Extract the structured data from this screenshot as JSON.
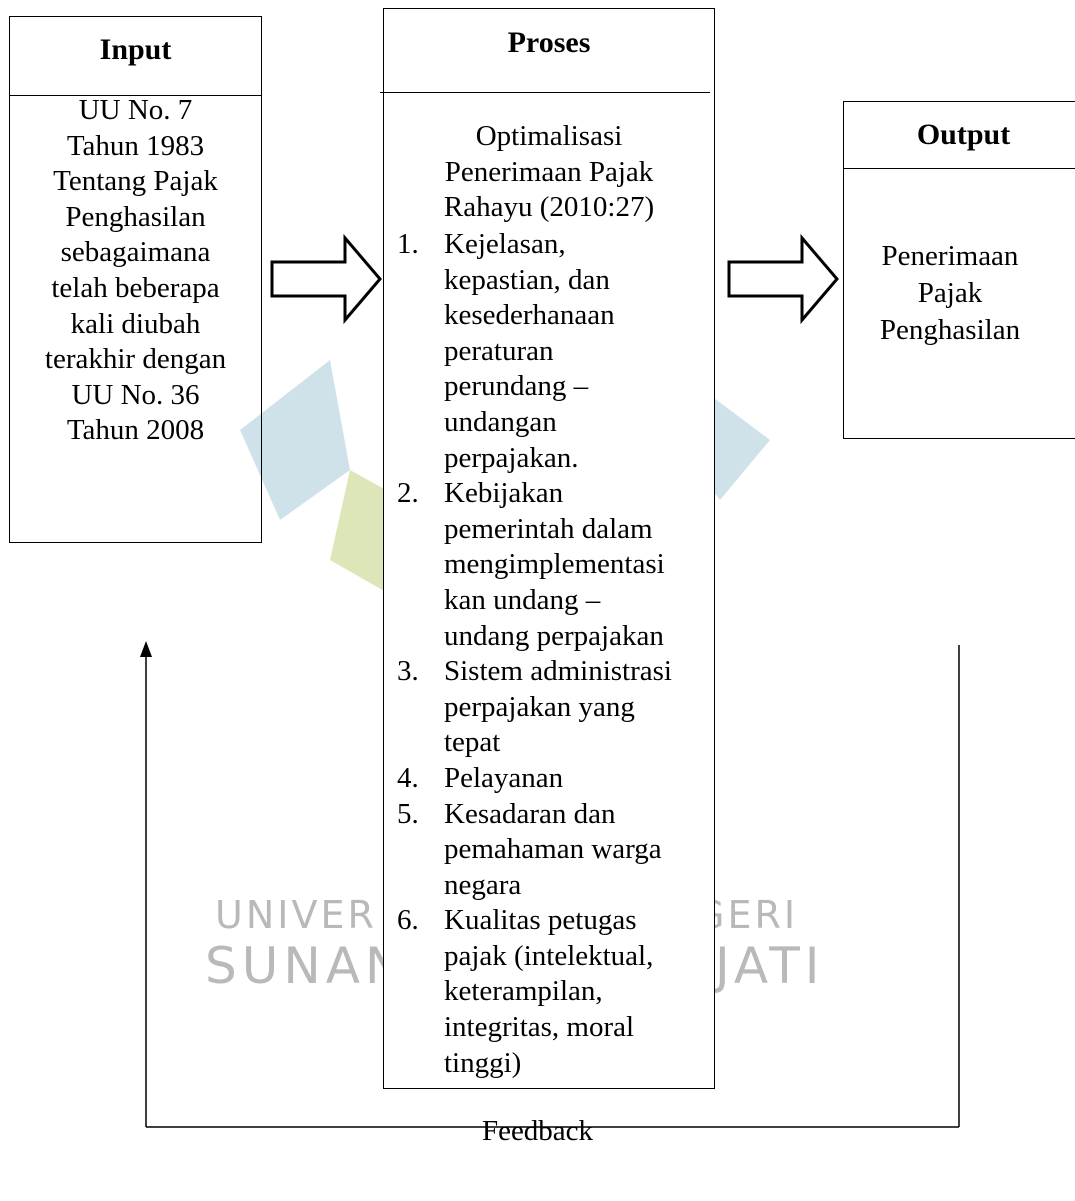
{
  "watermark": {
    "line1_left": "UNIVER",
    "line2_left": "SUNAN",
    "line1_right": "GERI",
    "line2_right": "JATI",
    "colors": {
      "green": "#dde6b8",
      "yellow": "#f3efb6",
      "blue": "#cfe2ea",
      "text": "#b9b9b9"
    }
  },
  "input": {
    "title": "Input",
    "lines": [
      "UU No. 7",
      "Tahun 1983",
      "Tentang Pajak",
      "Penghasilan",
      "sebagaimana",
      "telah beberapa",
      "kali diubah",
      "terakhir dengan",
      "UU No. 36",
      "Tahun 2008"
    ]
  },
  "proses": {
    "title": "Proses",
    "intro": [
      "Optimalisasi",
      "Penerimaan Pajak",
      "Rahayu (2010:27)"
    ],
    "items": [
      {
        "num": "1.",
        "lines": [
          "Kejelasan,",
          "kepastian, dan",
          "kesederhanaan",
          "peraturan",
          "perundang –",
          "undangan",
          "perpajakan."
        ]
      },
      {
        "num": "2.",
        "lines": [
          "Kebijakan",
          "pemerintah dalam",
          "mengimplementasi",
          "kan undang –",
          "undang perpajakan"
        ]
      },
      {
        "num": "3.",
        "lines": [
          "Sistem administrasi",
          "perpajakan yang",
          "tepat"
        ]
      },
      {
        "num": "4.",
        "lines": [
          "Pelayanan"
        ]
      },
      {
        "num": "5.",
        "lines": [
          "Kesadaran dan",
          "pemahaman warga",
          "negara"
        ]
      },
      {
        "num": "6.",
        "lines": [
          "Kualitas petugas",
          "pajak (intelektual,",
          "keterampilan,",
          "integritas, moral",
          "tinggi)"
        ]
      }
    ]
  },
  "output": {
    "title": "Output",
    "lines": [
      "Penerimaan",
      "Pajak",
      "Penghasilan"
    ]
  },
  "feedback": {
    "label": "Feedback"
  }
}
